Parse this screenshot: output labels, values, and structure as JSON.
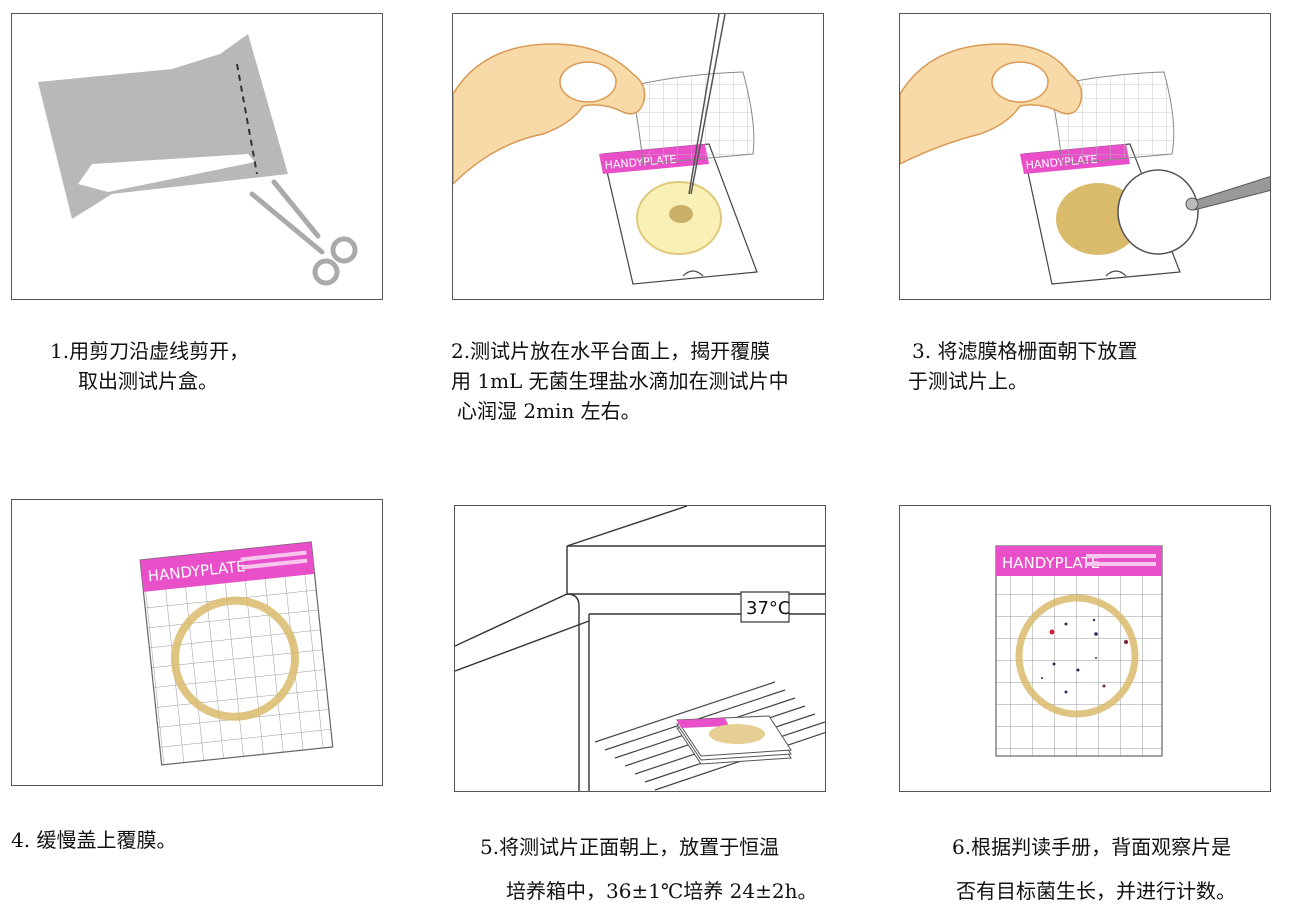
{
  "steps": [
    {
      "lines": [
        "1.用剪刀沿虚线剪开，",
        "取出测试片盒。"
      ]
    },
    {
      "lines": [
        "2.测试片放在水平台面上，揭开覆膜",
        "用 1mL 无菌生理盐水滴加在测试片中",
        "心润湿 2min 左右。"
      ],
      "plate_label": "HANDYPLATE"
    },
    {
      "lines": [
        "3.  将滤膜格栅面朝下放置",
        "于测试片上。"
      ],
      "plate_label": "HANDYPLATE"
    },
    {
      "lines": [
        "4.  缓慢盖上覆膜。"
      ],
      "plate_label": "HANDYPLATE"
    },
    {
      "lines": [
        "5.将测试片正面朝上，放置于恒温",
        "培养箱中，36±1℃培养 24±2h。"
      ],
      "incubator_display": "37°C"
    },
    {
      "lines": [
        "6.根据判读手册，背面观察片是",
        "否有目标菌生长，并进行计数。"
      ],
      "plate_label": "HANDYPLATE"
    }
  ],
  "colors": {
    "accent": "#e84fc8",
    "culture": "#d9bb6b",
    "package": "#b8b8b8"
  }
}
